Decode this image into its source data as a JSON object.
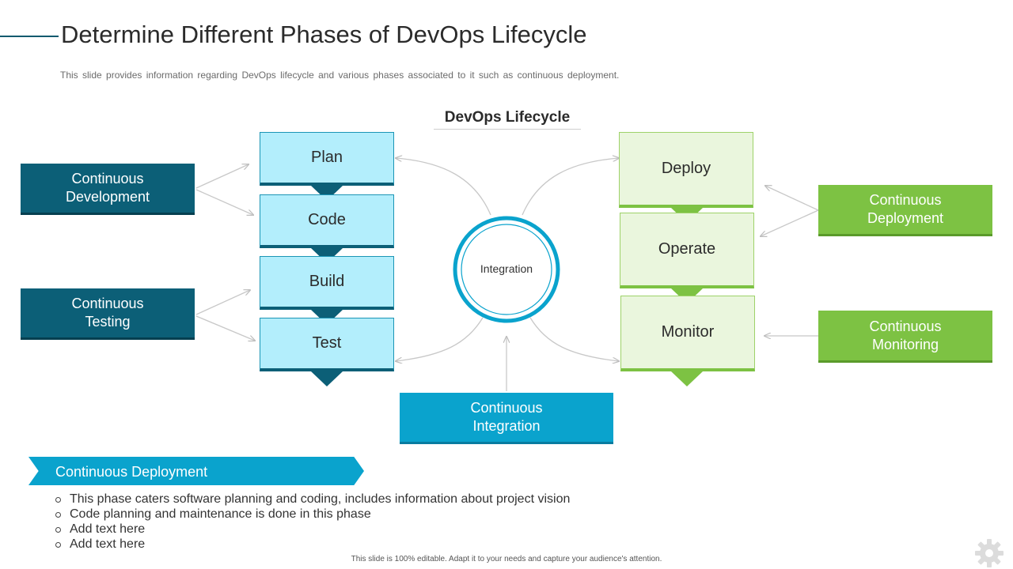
{
  "header": {
    "title": "Determine Different Phases of DevOps Lifecycle",
    "subtitle": "This slide provides information regarding DevOps lifecycle and various phases associated to it such as continuous deployment."
  },
  "diagram": {
    "lifecycle_title": "DevOps Lifecycle",
    "center_label": "Integration",
    "categories": {
      "development": "Continuous\nDevelopment",
      "testing": "Continuous\nTesting",
      "deployment": "Continuous\nDeployment",
      "monitoring": "Continuous\nMonitoring",
      "integration": "Continuous\nIntegration"
    },
    "left_phases": [
      "Plan",
      "Code",
      "Build",
      "Test"
    ],
    "right_phases": [
      "Deploy",
      "Operate",
      "Monitor"
    ]
  },
  "detail": {
    "heading": "Continuous Deployment",
    "bullets": [
      "This phase caters software planning and coding, includes information about project vision",
      "Code planning and maintenance is done in this phase",
      "Add text here",
      "Add text here"
    ]
  },
  "footer": {
    "note": "This slide is 100% editable. Adapt it to your needs and capture your audience's attention."
  },
  "colors": {
    "teal": "#0c5f77",
    "light_blue": "#b3eefc",
    "green": "#7dc243",
    "light_green": "#eaf6dd",
    "blue": "#0aa3cd"
  },
  "icons": {
    "settings": "gear-icon"
  }
}
